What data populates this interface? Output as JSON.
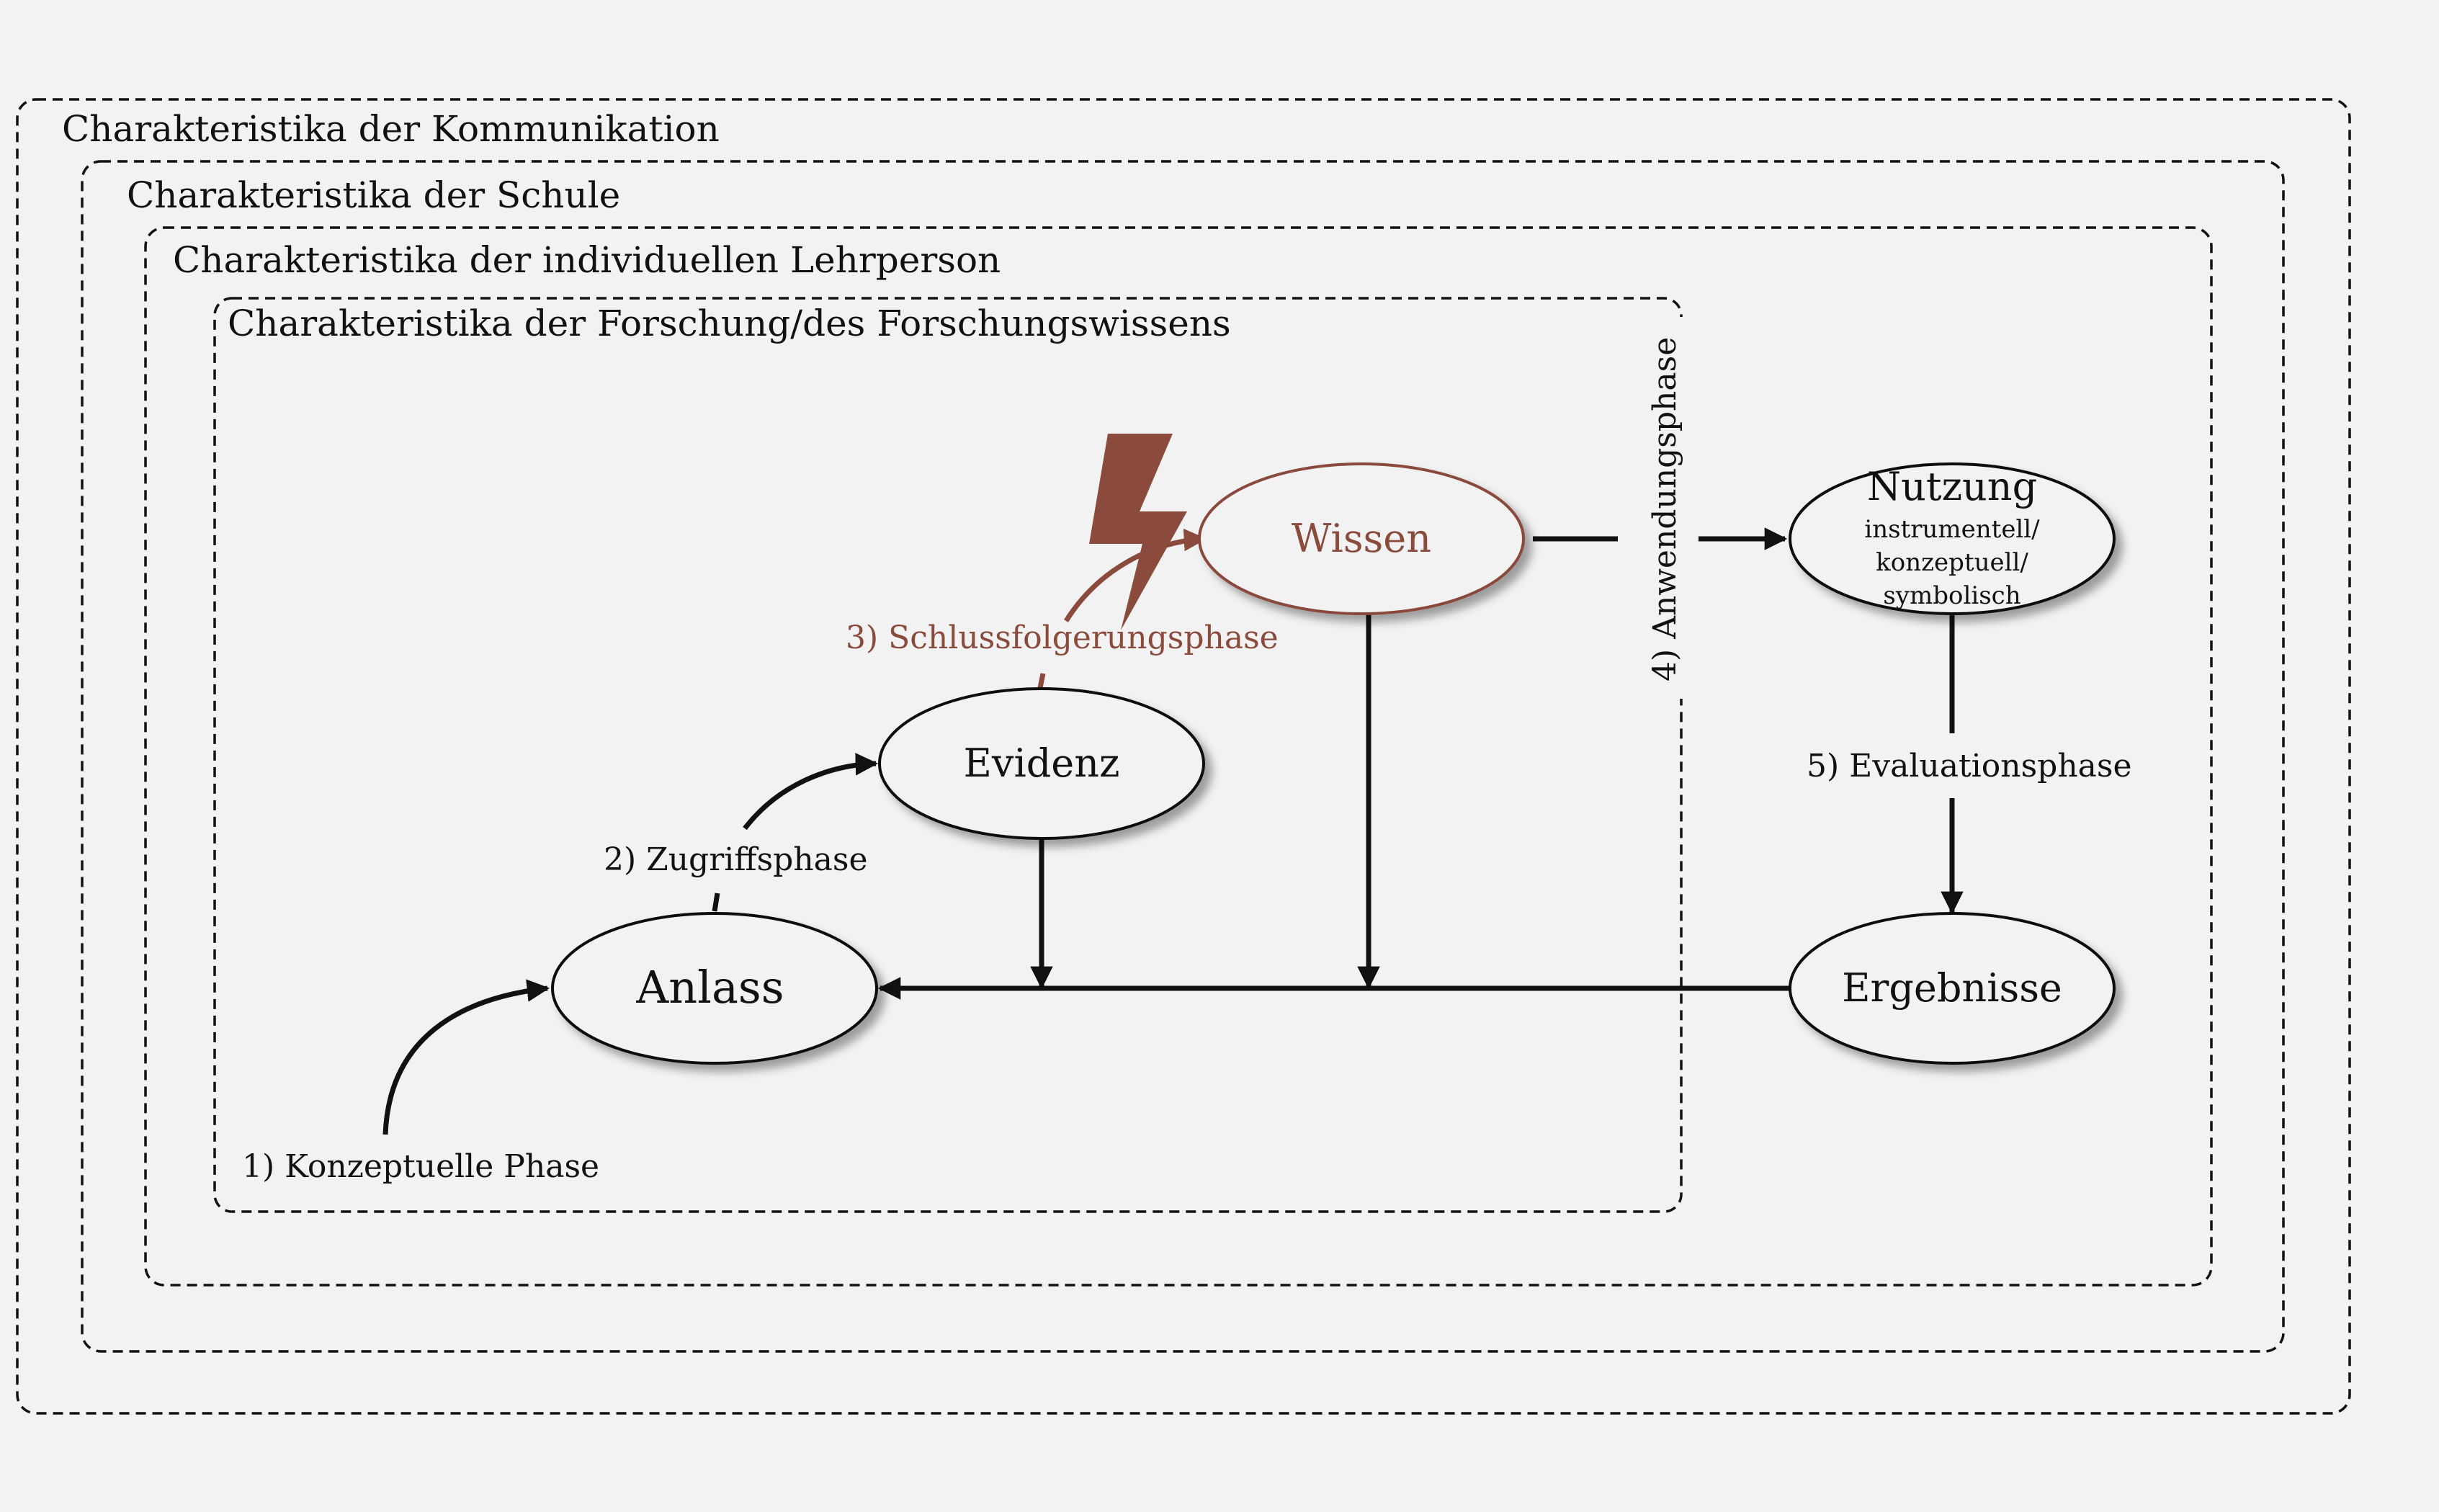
{
  "frames": [
    {
      "label": "Charakteristika der Kommunikation"
    },
    {
      "label": "Charakteristika der Schule"
    },
    {
      "label": "Charakteristika der individuellen Lehrperson"
    },
    {
      "label": "Charakteristika der Forschung/des Forschungswissens"
    }
  ],
  "nodes": {
    "anlass": {
      "label": "Anlass"
    },
    "evidenz": {
      "label": "Evidenz"
    },
    "wissen": {
      "label": "Wissen"
    },
    "nutzung": {
      "label": "Nutzung",
      "sub1": "instrumentell/",
      "sub2": "konzeptuell/",
      "sub3": "symbolisch"
    },
    "ergebnisse": {
      "label": "Ergebnisse"
    }
  },
  "phases": {
    "p1": "1) Konzeptuelle Phase",
    "p2": "2) Zugriffsphase",
    "p3": "3) Schlussfolgerungsphase",
    "p4": "4) Anwendungsphase",
    "p5": "5) Evaluationsphase"
  },
  "icons": {
    "conflict": "lightning-bolt-icon"
  },
  "colors": {
    "background": "#f2f2f2",
    "accent": "#8a4a3c",
    "ink": "#111111"
  }
}
